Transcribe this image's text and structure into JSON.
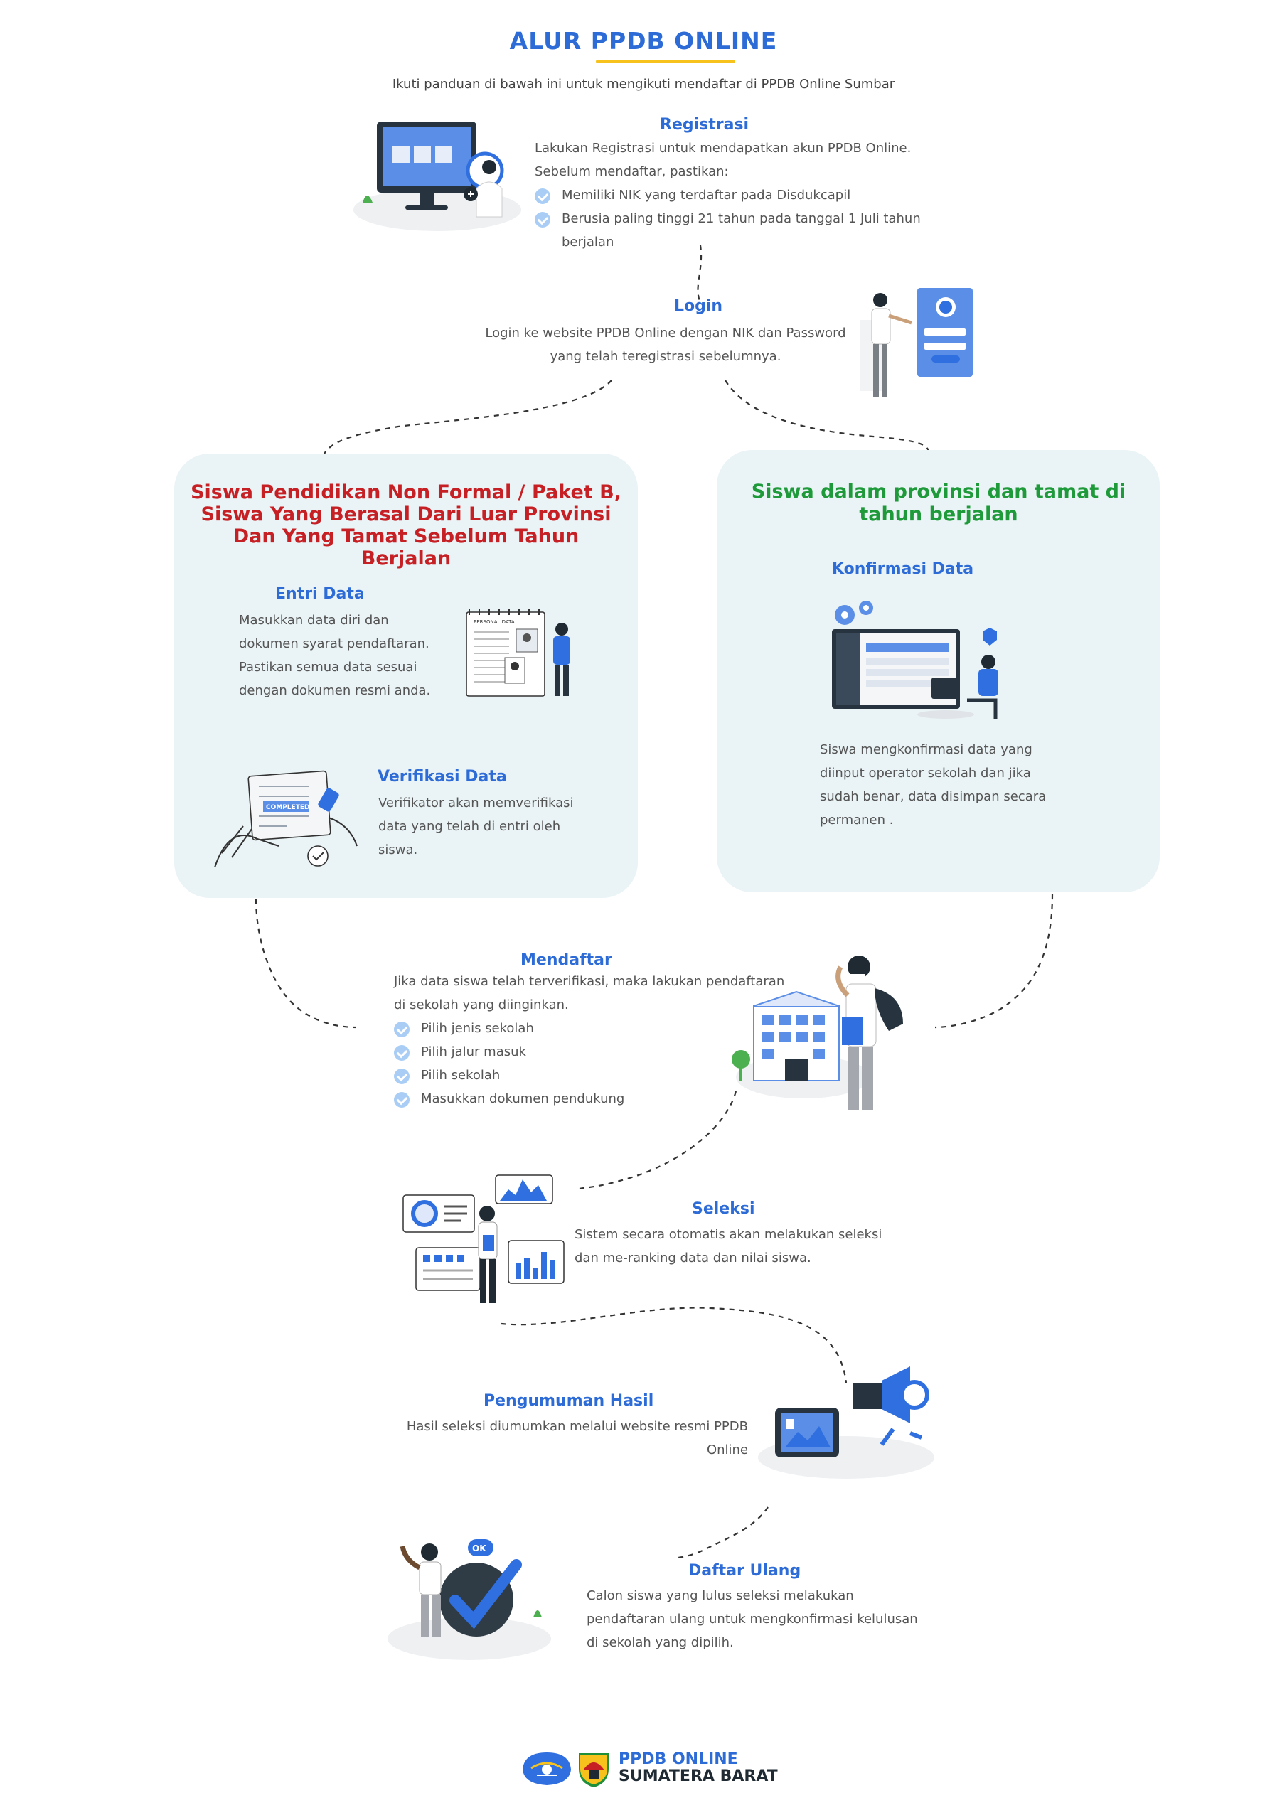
{
  "header": {
    "title": "ALUR PPDB ONLINE",
    "subtitle": "Ikuti panduan di bawah ini untuk mengikuti mendaftar di PPDB Online Sumbar"
  },
  "steps": {
    "registrasi": {
      "title": "Registrasi",
      "text": "Lakukan Registrasi untuk mendapatkan akun PPDB Online. Sebelum mendaftar, pastikan:",
      "checks": [
        "Memiliki NIK yang terdaftar pada Disdukcapil",
        "Berusia paling tinggi 21 tahun pada tanggal 1 Juli tahun berjalan"
      ]
    },
    "login": {
      "title": "Login",
      "text": "Login ke website PPDB Online dengan NIK dan Password yang telah teregistrasi sebelumnya."
    },
    "mendaftar": {
      "title": "Mendaftar",
      "text": "Jika data siswa telah terverifikasi, maka lakukan pendaftaran di sekolah yang diinginkan.",
      "checks": [
        "Pilih jenis sekolah",
        "Pilih jalur masuk",
        "Pilih sekolah",
        "Masukkan dokumen pendukung"
      ]
    },
    "seleksi": {
      "title": "Seleksi",
      "text": "Sistem secara otomatis akan melakukan seleksi dan me-ranking data dan nilai siswa."
    },
    "pengumuman": {
      "title": "Pengumuman Hasil",
      "text": "Hasil seleksi diumumkan melalui website resmi PPDB Online"
    },
    "daftar_ulang": {
      "title": "Daftar Ulang",
      "text": "Calon siswa yang lulus seleksi melakukan pendaftaran ulang untuk mengkonfirmasi kelulusan di sekolah yang dipilih."
    }
  },
  "panels": {
    "left": {
      "title": "Siswa Pendidikan Non Formal / Paket B, Siswa Yang Berasal Dari Luar Provinsi Dan Yang Tamat Sebelum Tahun Berjalan",
      "entri": {
        "title": "Entri Data",
        "text": "Masukkan data diri dan dokumen syarat pendaftaran. Pastikan semua data sesuai dengan dokumen resmi anda."
      },
      "verifikasi": {
        "title": "Verifikasi Data",
        "text": "Verifikator akan memverifikasi data yang telah di entri oleh siswa."
      },
      "doc_heading": "PERSONAL DATA",
      "stamp_text": "COMPLETED"
    },
    "right": {
      "title": "Siswa dalam provinsi dan tamat di tahun berjalan",
      "konfirmasi": {
        "title": "Konfirmasi Data",
        "text": "Siswa mengkonfirmasi data yang diinput operator sekolah dan jika sudah benar, data disimpan secara permanen ."
      }
    }
  },
  "illustration": {
    "ok_bubble": "OK"
  },
  "footer": {
    "line1": "PPDB ONLINE",
    "line2": "SUMATERA BARAT"
  },
  "colors": {
    "title_blue": "#2d6bd6",
    "accent_yellow": "#f6c21b",
    "panel_bg": "#eaf3f5",
    "red_title": "#c62025",
    "green_title": "#1f9a3a",
    "illustration_blue": "#2f6fe0"
  }
}
